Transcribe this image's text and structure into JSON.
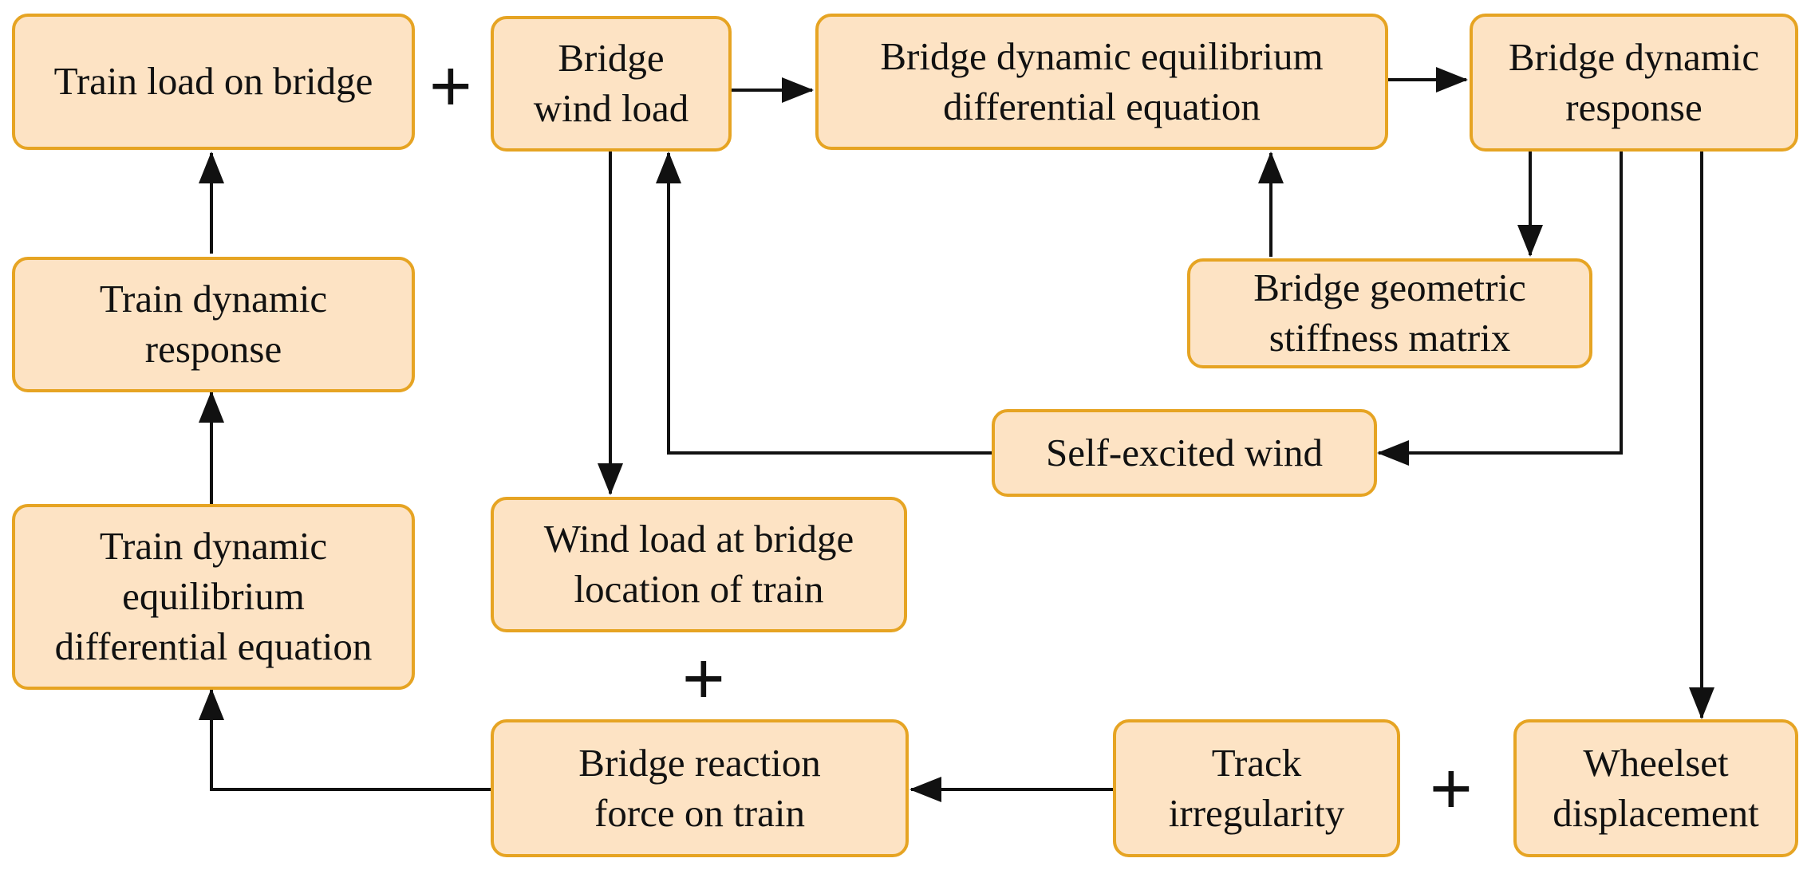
{
  "nodes": {
    "train_load": "Train load on bridge",
    "bridge_wind_load": "Bridge\nwind load",
    "bridge_equilibrium": "Bridge dynamic equilibrium\ndifferential equation",
    "bridge_response": "Bridge dynamic\nresponse",
    "train_response": "Train dynamic\nresponse",
    "geometric_stiffness": "Bridge geometric\nstiffness matrix",
    "self_excited_wind": "Self-excited wind",
    "train_equilibrium": "Train dynamic\nequilibrium\ndifferential equation",
    "wind_load_train": "Wind load at bridge\nlocation of train",
    "reaction_force": "Bridge reaction\nforce on train",
    "track_irregularity": "Track\nirregularity",
    "wheelset_displacement": "Wheelset\ndisplacement"
  },
  "operators": {
    "plus_top": "+",
    "plus_middle": "+",
    "plus_bottom": "+"
  },
  "colors": {
    "box_fill": "#fde3c4",
    "box_border": "#e6a423",
    "arrow": "#111111"
  }
}
